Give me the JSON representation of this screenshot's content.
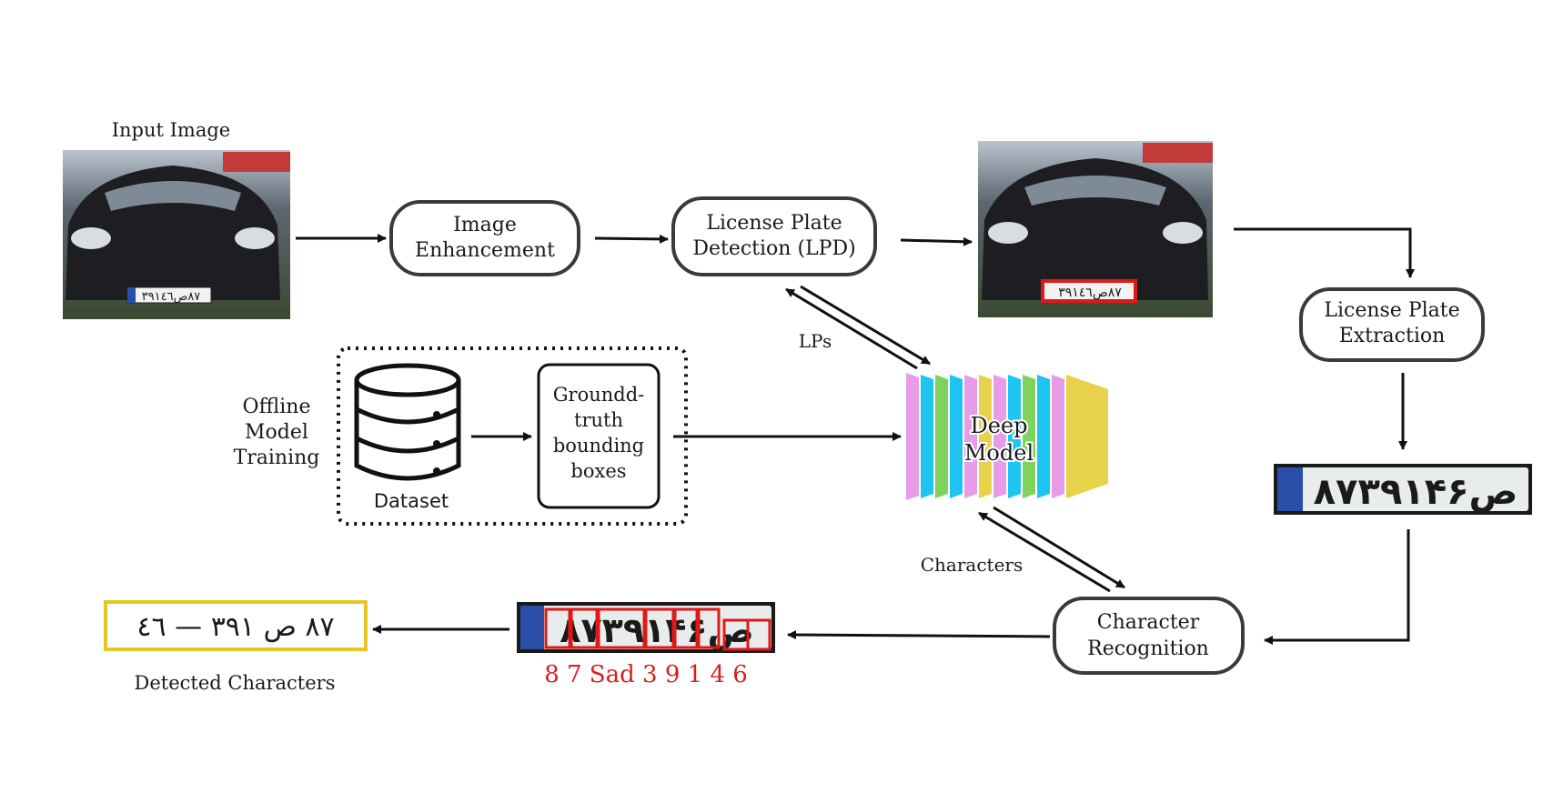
{
  "labels": {
    "input_image": "Input Image",
    "image_enhancement_1": "Image",
    "image_enhancement_2": "Enhancement",
    "lpd_1": "License Plate",
    "lpd_2": "Detection (LPD)",
    "lp_extraction_1": "License Plate",
    "lp_extraction_2": "Extraction",
    "lps": "LPs",
    "offline_1": "Offline",
    "offline_2": "Model",
    "offline_3": "Training",
    "dataset": "Dataset",
    "gt_1": "Groundd-",
    "gt_2": "truth",
    "gt_3": "bounding",
    "gt_4": "boxes",
    "deep_1": "Deep",
    "deep_2": "Model",
    "characters": "Characters",
    "char_rec_1": "Character",
    "char_rec_2": "Recognition",
    "detected_characters": "Detected Characters",
    "detected_text": "٨٧ ص ٣٩١ — ٤٦",
    "segmented_text": "8 7 Sad 3 9 1  4 6",
    "plate_text": "۸۷ص۳۹۱۴۶",
    "plate_small": "٨٧ص٣٩١٤٦"
  },
  "colors": {
    "box_stroke": "#3a3a3a",
    "highlight_red": "#e01818",
    "result_yellow": "#e6c620",
    "layer_pink": "#e79be9",
    "layer_cyan": "#1ec5f1",
    "layer_green": "#7fd25e",
    "layer_yellow": "#e8d24a"
  }
}
